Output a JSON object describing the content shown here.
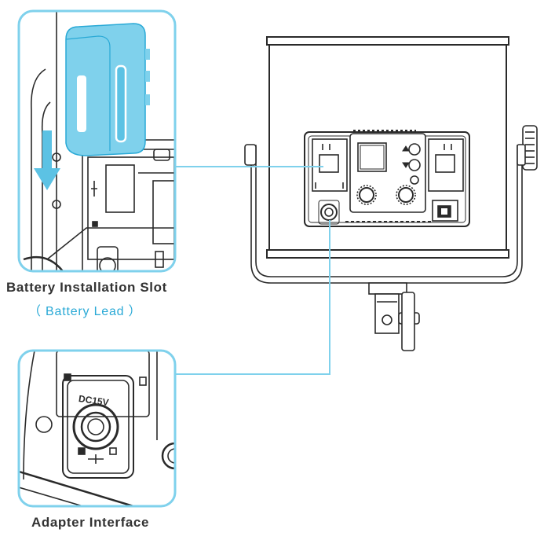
{
  "callouts": [
    {
      "title": "Battery Installation Slot",
      "subtitle": "（ Battery Lead ）"
    },
    {
      "title": "Adapter Interface"
    }
  ],
  "panel_text": {
    "port_label": "DC15V"
  },
  "colors": {
    "accent": "#29a9d6",
    "battery": "#7fd1ec",
    "line_art": "#2a2a2a",
    "label_text": "#333333"
  },
  "icons": [
    "battery-icon",
    "down-arrow-icon",
    "dial-icon",
    "power-port-icon",
    "switch-icon",
    "display-screen-icon"
  ]
}
